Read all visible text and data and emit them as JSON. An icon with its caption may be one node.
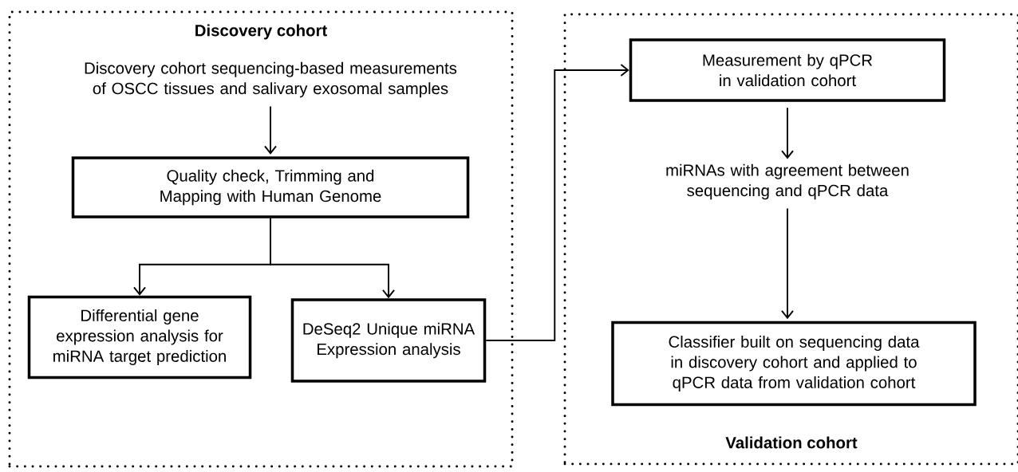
{
  "diagram": {
    "nodes": [
      {
        "text": [
          "Discovery cohort"
        ]
      },
      {
        "text": [
          "Discovery cohort sequencing-based measurements of OSCC tissues and salivary exosomal samples"
        ],
        "in": 0
      },
      {
        "text": [
          "Quality check, Trimming and Mapping with Human Genome"
        ],
        "in": 0
      },
      {
        "text": [
          "Differential gene expression analysis for miRNA target prediction"
        ],
        "in": 0
      },
      {
        "text": [
          "DeSeq2 Unique miRNA Expression analysis"
        ],
        "in": 0
      },
      {
        "text": [
          "Validation cohort"
        ]
      },
      {
        "text": [
          "Measurement by qPCR in validation cohort"
        ],
        "in": 5
      },
      {
        "text": [
          "miRNAs with agreement between sequencing and qPCR data"
        ],
        "in": 5
      },
      {
        "text": [
          "Classifier built on sequencing data in discovery cohort and applied to qPCR data from validation cohort"
        ],
        "in": 5
      }
    ],
    "edges": [
      {
        "from": 1,
        "to": 2,
        "arrow": "to"
      },
      {
        "from": 2,
        "to": 3,
        "arrow": "to"
      },
      {
        "from": 2,
        "to": 4,
        "arrow": "to"
      },
      {
        "from": 4,
        "to": 6,
        "arrow": "to"
      },
      {
        "from": 6,
        "to": 7,
        "arrow": "to"
      },
      {
        "from": 7,
        "to": 8,
        "arrow": "to"
      }
    ]
  }
}
